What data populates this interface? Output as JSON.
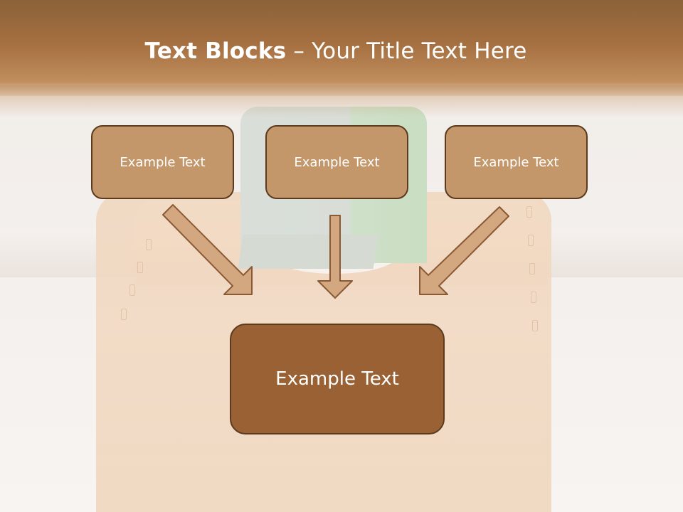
{
  "slide": {
    "title_bold": "Text Blocks",
    "title_separator": " – ",
    "title_rest": "Your Title Text Here"
  },
  "diagram": {
    "top_nodes": [
      {
        "label": "Example Text"
      },
      {
        "label": "Example Text"
      },
      {
        "label": "Example Text"
      }
    ],
    "bottom_node": {
      "label": "Example Text"
    }
  },
  "colors": {
    "header": "#a56f40",
    "node_fill": "#c4976b",
    "node_fill_dark": "#9a6234",
    "node_border": "#5b3a1e",
    "arrow_fill": "#d3a880",
    "arrow_stroke": "#8a5a34"
  }
}
